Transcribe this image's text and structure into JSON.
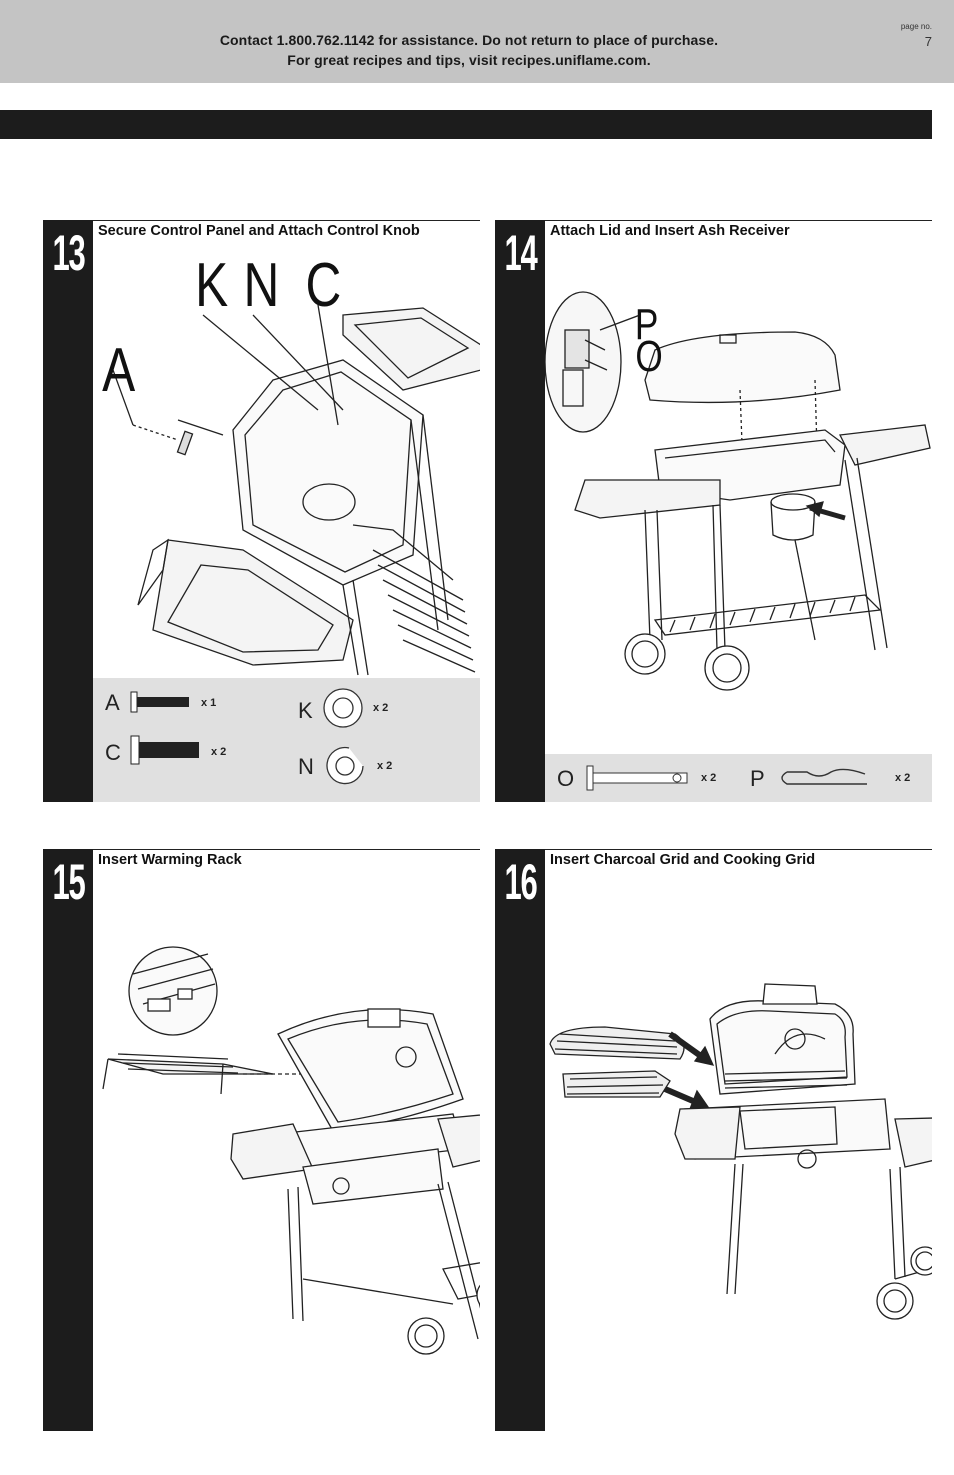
{
  "header": {
    "line1": "Contact 1.800.762.1142 for assistance. Do not return to place of purchase.",
    "line2": "For great recipes and tips, visit recipes.uniflame.com.",
    "page_label": "page no.",
    "page_number": "7"
  },
  "steps": [
    {
      "number": "13",
      "title": "Secure Control Panel and Attach Control Knob",
      "callouts": [
        "K",
        "N",
        "C",
        "A"
      ],
      "parts": [
        {
          "letter": "A",
          "qty": "x 1"
        },
        {
          "letter": "C",
          "qty": "x 2"
        },
        {
          "letter": "K",
          "qty": "x 2"
        },
        {
          "letter": "N",
          "qty": "x 2"
        }
      ]
    },
    {
      "number": "14",
      "title": "Attach Lid and Insert Ash Receiver",
      "callouts": [
        "P",
        "O"
      ],
      "parts": [
        {
          "letter": "O",
          "qty": "x 2"
        },
        {
          "letter": "P",
          "qty": "x 2"
        }
      ]
    },
    {
      "number": "15",
      "title": "Insert Warming Rack"
    },
    {
      "number": "16",
      "title": "Insert Charcoal Grid and Cooking Grid"
    }
  ]
}
